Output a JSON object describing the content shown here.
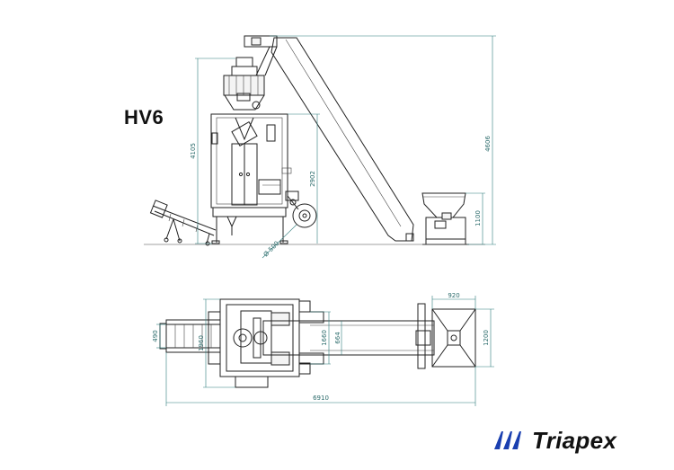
{
  "title": "HV6",
  "brand": {
    "name": "Triapex",
    "color": "#1a3fb0"
  },
  "dimensions": {
    "side_height_total": "4606",
    "side_height_machine": "4105",
    "side_height_frame": "2902",
    "side_height_hopper": "1100",
    "reel_diameter": "Ø 500",
    "top_hopper_width": "920",
    "top_hopper_depth": "1200",
    "top_conveyor_width": "664",
    "top_frame_depth": "1660",
    "top_outfeed_width": "490",
    "top_machine_depth": "1960",
    "top_total_length": "6910"
  }
}
